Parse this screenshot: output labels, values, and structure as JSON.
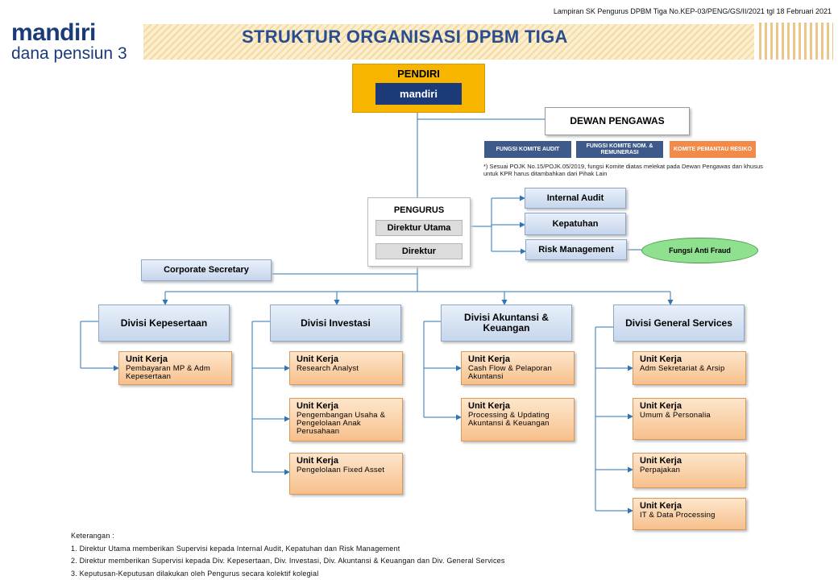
{
  "header": {
    "reference": "Lampiran SK Pengurus DPBM Tiga No.KEP-03/PENG/GS/II/2021 tgl 18 Februari 2021",
    "logo_line1": "mandiri",
    "logo_line2": "dana pensiun 3",
    "title": "STRUKTUR ORGANISASI DPBM TIGA"
  },
  "pendiri": {
    "label": "PENDIRI",
    "logo_text": "mandiri"
  },
  "dewan": {
    "label": "DEWAN PENGAWAS",
    "komite": [
      "FUNGSI KOMITE AUDIT",
      "FUNGSI KOMITE NOM. & REMUNERASI",
      "KOMITE PEMANTAU RESIKO"
    ],
    "note": "*) Sesuai POJK No.15/POJK.05/2019, fungsi Komite diatas melekat pada Dewan Pengawas dan khusus untuk KPR harus ditambahkan dari Pihak Lain"
  },
  "pengurus": {
    "label": "PENGURUS",
    "direktur_utama": "Direktur Utama",
    "direktur": "Direktur"
  },
  "supervisi": {
    "internal_audit": "Internal Audit",
    "kepatuhan": "Kepatuhan",
    "risk_management": "Risk Management",
    "anti_fraud": "Fungsi Anti Fraud"
  },
  "corporate_secretary": "Corporate Secretary",
  "divisions": [
    {
      "name": "Divisi Kepesertaan",
      "units": [
        {
          "title": "Unit Kerja",
          "desc": "Pembayaran MP & Adm Kepesertaan"
        }
      ]
    },
    {
      "name": "Divisi Investasi",
      "units": [
        {
          "title": "Unit Kerja",
          "desc": "Research Analyst"
        },
        {
          "title": "Unit Kerja",
          "desc": "Pengembangan Usaha & Pengelolaan Anak Perusahaan"
        },
        {
          "title": "Unit Kerja",
          "desc": "Pengelolaan Fixed Asset"
        }
      ]
    },
    {
      "name": "Divisi Akuntansi & Keuangan",
      "units": [
        {
          "title": "Unit Kerja",
          "desc": "Cash Flow & Pelaporan Akuntansi"
        },
        {
          "title": "Unit Kerja",
          "desc": "Processing & Updating Akuntansi & Keuangan"
        }
      ]
    },
    {
      "name": "Divisi General Services",
      "units": [
        {
          "title": "Unit Kerja",
          "desc": "Adm Sekretariat & Arsip"
        },
        {
          "title": "Unit Kerja",
          "desc": "Umum & Personalia"
        },
        {
          "title": "Unit Kerja",
          "desc": "Perpajakan"
        },
        {
          "title": "Unit Kerja",
          "desc": "IT & Data Processing"
        }
      ]
    }
  ],
  "keterangan": {
    "label": "Keterangan :",
    "items": [
      "1.  Direktur Utama memberikan Supervisi  kepada Internal Audit, Kepatuhan dan Risk Management",
      "2.  Direktur memberikan Supervisi kepada Div. Kepesertaan, Div. Investasi, Div. Akuntansi & Keuangan dan Div. General Services",
      "3.  Keputusan-Keputusan dilakukan oleh Pengurus secara kolektif kolegial"
    ]
  },
  "colors": {
    "title": "#2a4d8f",
    "pendiri": "#f7b500",
    "komite_blue": "#3d5a8a",
    "komite_orange": "#f28a4a",
    "anti_fraud": "#8fe08f",
    "connector": "#2e75b6"
  }
}
